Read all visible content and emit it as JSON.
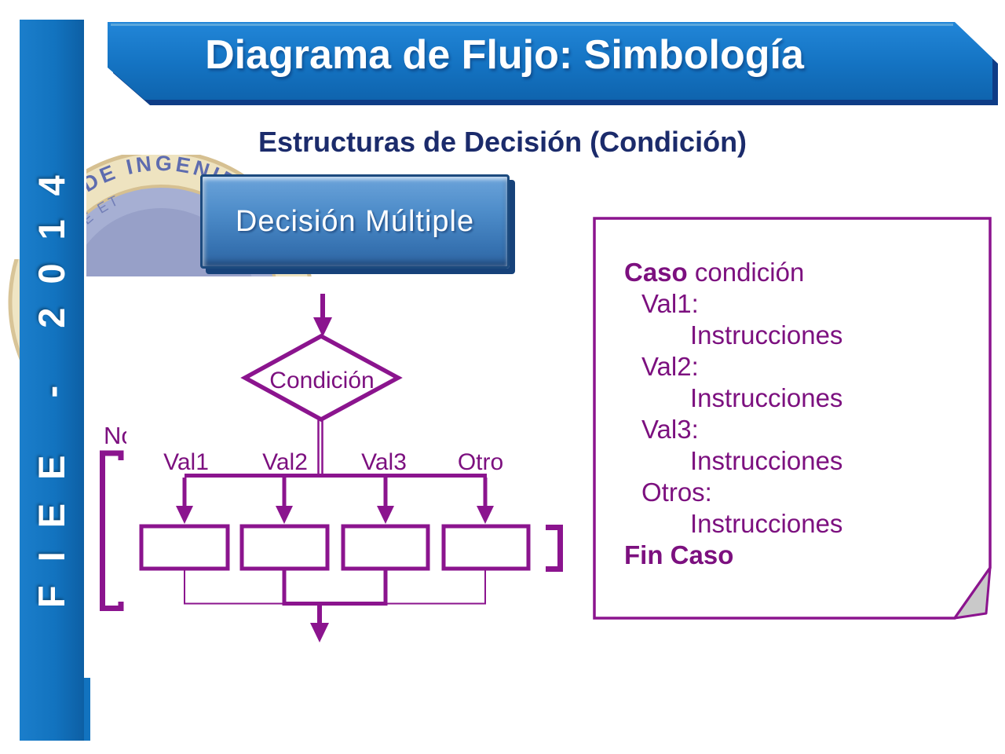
{
  "sidebar": {
    "text": "FIEE - 2014"
  },
  "banner": {
    "title": "Diagrama de Flujo: Simbología"
  },
  "heading": {
    "subtitle": "Estructuras de Decisión (Condición)"
  },
  "button": {
    "label": "Decisión Múltiple"
  },
  "flowchart": {
    "condition_label": "Condición",
    "no_label": "No",
    "branch_labels": [
      "Val1",
      "Val2",
      "Val3",
      "Otro"
    ]
  },
  "code_box": {
    "header_keyword": "Caso",
    "header_argument": " condición",
    "cases": [
      {
        "label": "Val1:",
        "body": "Instrucciones"
      },
      {
        "label": "Val2:",
        "body": "Instrucciones"
      },
      {
        "label": "Val3:",
        "body": "Instrucciones"
      },
      {
        "label": "Otros:",
        "body": "Instrucciones"
      }
    ],
    "footer_keyword": "Fin Caso"
  },
  "watermark": {
    "outer_text": "NACIONAL DE INGENIERIA",
    "inner_text": "TECHNICE ET"
  },
  "colors": {
    "flow_purple": "#8b148e",
    "purple_text": "#7c107f",
    "banner_blue": "#1577c8",
    "sidebar_blue": "#1272be",
    "subtitle_navy": "#1b2b6b",
    "fold_gray": "#c9c9c9"
  }
}
